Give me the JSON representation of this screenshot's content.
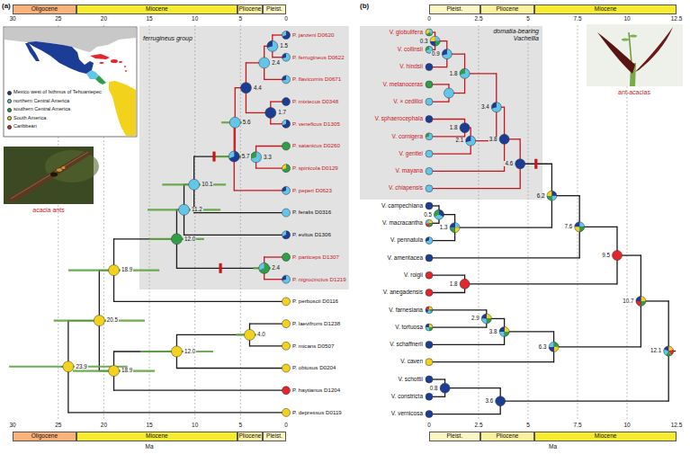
{
  "diagram": {
    "nodes": [
      {
        "text": [
          "Oligocene"
        ]
      },
      {
        "text": [
          "Miocene"
        ]
      },
      {
        "text": [
          "Pliocene"
        ]
      },
      {
        "text": [
          "Pleist."
        ]
      },
      {
        "text": [
          "ferrugineus group"
        ]
      },
      {
        "text": [
          "Oligocene"
        ]
      },
      {
        "text": [
          "Miocene"
        ]
      },
      {
        "text": [
          "Pliocene"
        ]
      },
      {
        "text": [
          "Pleist."
        ]
      },
      {
        "text": [
          "Pleist."
        ]
      },
      {
        "text": [
          "Pliocene"
        ]
      },
      {
        "text": [
          "Miocene"
        ]
      },
      {
        "text": [
          "domatia-bearing Vachellia"
        ]
      },
      {
        "text": [
          "Pleist."
        ]
      },
      {
        "text": [
          "Pliocene"
        ]
      },
      {
        "text": [
          "Miocene"
        ]
      }
    ],
    "labels": [
      "(a)",
      "30",
      "25",
      "20",
      "15",
      "10",
      "5",
      "0",
      "30",
      "25",
      "20",
      "15",
      "10",
      "5",
      "0",
      "Ma",
      "acacia ants",
      "P. janzeni D0620",
      "P. ferrugineus D0622",
      "P. flavicornis D0671",
      "P. mixtecus D0348",
      "P. veneficus D1305",
      "P. satanicus D0260",
      "P. spinicola D0129",
      "P. peperi D0623",
      "P. feralis D0316",
      "P. evitus D1306",
      "P. particeps D1307",
      "P. nigrocinctus D1219",
      "P. perboscii D0116",
      "P. laevifrons D1238",
      "P. micans D0507",
      "P. obtusus D0204",
      "P. haytianus D1204",
      "P. depressus D0119",
      "1.5",
      "2.4",
      "4.4",
      "1.7",
      "5.6",
      "5.7",
      "3.3",
      "10.1",
      "11.2",
      "12.0",
      "2.4",
      "18.9",
      "20.5",
      "23.9",
      "18.9",
      "12.0",
      "4.0",
      "(b)",
      "0",
      "2.5",
      "5",
      "7.5",
      "10",
      "12.5",
      "0",
      "2.5",
      "5",
      "7.5",
      "10",
      "12.5",
      "Ma",
      "ant-acacias",
      "V. globulifera",
      "V. collinsii",
      "V. hindsii",
      "V. melanoceras",
      "V. × cedilloi",
      "V. sphaerocephala",
      "V. cornigera",
      "V. gentlei",
      "V. mayana",
      "V. chiapensis",
      "V. campechiana",
      "V. macracantha",
      "V. pennatula",
      "V. amentacea",
      "V. roigii",
      "V. anegadensis",
      "V. farnesiana",
      "V. tortuosa",
      "V. schaffnerii",
      "V. caven",
      "V. schottii",
      "V. constricta",
      "V. vernicosa",
      "0.3",
      "0.9",
      "1.8",
      "3.4",
      "1.8",
      "2.1",
      "3.8",
      "4.6",
      "6.2",
      "0.5",
      "1.3",
      "7.6",
      "9.5",
      "1.8",
      "2.9",
      "3.8",
      "6.3",
      "10.7",
      "12.1",
      "0.8",
      "3.6"
    ],
    "legend": [
      {
        "text": "Mexico west of Isthmus of Tehuantepec",
        "color": "#1c3d96"
      },
      {
        "text": "northern Central America",
        "color": "#62c6ea"
      },
      {
        "text": "southern Central America",
        "color": "#2e9e48"
      },
      {
        "text": "South America",
        "color": "#f3d21c"
      },
      {
        "text": "Caribbean",
        "color": "#e3262b"
      }
    ]
  }
}
